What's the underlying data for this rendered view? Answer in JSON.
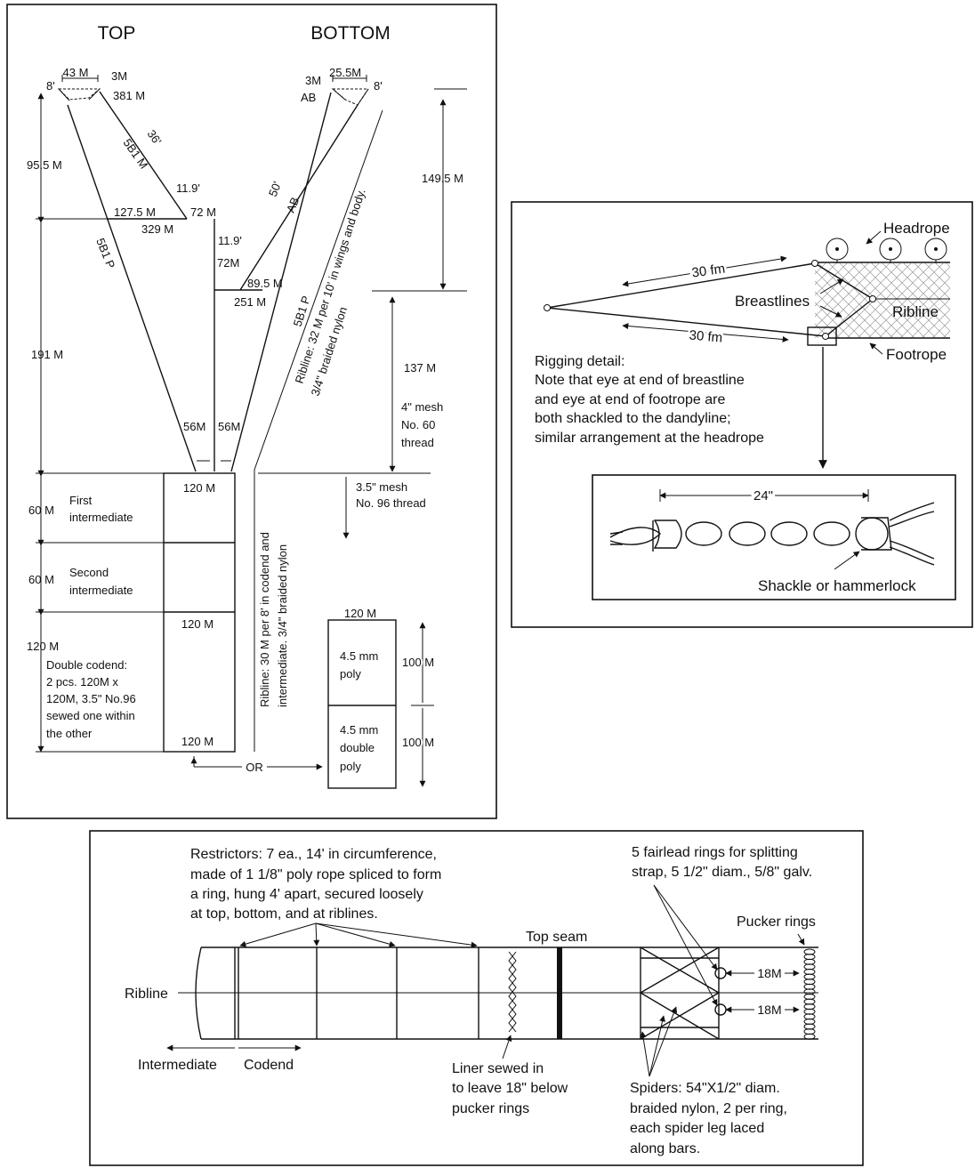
{
  "net_plan": {
    "top_title": "TOP",
    "bottom_title": "BOTTOM",
    "top_labels": {
      "wing_tip_width": "43 M",
      "wing_tip_3m": "3M",
      "wing_tip_8ft": "8'",
      "wing_381": "381 M",
      "dim_95_5": "95.5 M",
      "len_36ft": "36'",
      "panel_5b1m": "5B1 M",
      "len_11_9_a": "11.9'",
      "span_127_5": "127.5 M",
      "span_72": "72 M",
      "span_329": "329 M",
      "len_11_9_b": "11.9'",
      "span_72b": "72M",
      "span_89_5": "89.5 M",
      "span_251": "251 M",
      "panel_5b1p_left": "5B1 P",
      "dim_191": "191 M",
      "mesh_56_a": "56M",
      "mesh_56_b": "56M"
    },
    "bottom_labels": {
      "tip_3m": "3M",
      "tip_25_5": "25.5M",
      "tip_8ft": "8'",
      "tip_ab": "AB",
      "len_50ft": "50'",
      "panel_ab": "AB",
      "panel_5b1p_right": "5B1 P",
      "dim_149_5": "149.5 M",
      "dim_137": "137 M",
      "mesh_4in_1": "4\" mesh",
      "mesh_4in_2": "No. 60",
      "mesh_4in_3": "thread",
      "mesh_35_1": "3.5\" mesh",
      "mesh_35_2": "No. 96 thread"
    },
    "ribline_upper_1": "Ribline: 32 M per 10' in wings and body.",
    "ribline_upper_2": "3/4\" braided nylon",
    "ribline_lower_1": "Ribline: 30 M per 8' in codend and",
    "ribline_lower_2": "intermediate. 3/4\" braided nylon",
    "codend": {
      "top_120": "120 M",
      "mid_120": "120 M",
      "bot_120": "120 M",
      "dim_60_a": "60 M",
      "first_1": "First",
      "first_2": "intermediate",
      "dim_60_b": "60 M",
      "second_1": "Second",
      "second_2": "intermediate",
      "dim_120": "120 M",
      "double_lines": [
        "Double codend:",
        "2 pcs. 120M x",
        "120M, 3.5\" No.96",
        "sewed one within",
        "the other"
      ],
      "or_label": "OR"
    },
    "poly": {
      "top_label": "120 M",
      "upper_1": "4.5 mm",
      "upper_2": "poly",
      "lower_1": "4.5 mm",
      "lower_2": "double",
      "lower_3": "poly",
      "dim_upper": "100 M",
      "dim_lower": "100 M"
    }
  },
  "rigging": {
    "headrope": "Headrope",
    "breastlines": "Breastlines",
    "ribline": "Ribline",
    "footrope": "Footrope",
    "fm_upper": "30 fm",
    "fm_lower": "30 fm",
    "detail_lines": [
      "Rigging detail:",
      "Note that eye at end of breastline",
      "and eye at end of footrope are",
      "both shackled to the dandyline;",
      "similar arrangement at the headrope"
    ],
    "chain_length": "24\"",
    "shackle": "Shackle or hammerlock"
  },
  "codend_detail": {
    "restrictors_lines": [
      "Restrictors: 7 ea., 14' in circumference,",
      "made of 1 1/8\" poly rope spliced to form",
      "a ring, hung 4' apart, secured loosely",
      "at top, bottom, and at riblines."
    ],
    "fairlead_lines": [
      "5 fairlead rings for splitting",
      "strap, 5 1/2\" diam., 5/8\" galv."
    ],
    "pucker_rings": "Pucker rings",
    "top_seam": "Top seam",
    "ribline": "Ribline",
    "spacing_a": "18M",
    "spacing_b": "18M",
    "intermediate": "Intermediate",
    "codend": "Codend",
    "liner_lines": [
      "Liner sewed in",
      "to leave 18\" below",
      "pucker rings"
    ],
    "spiders_lines": [
      "Spiders: 54\"X1/2\" diam.",
      "braided nylon, 2 per ring,",
      "each spider leg laced",
      "along bars."
    ]
  }
}
